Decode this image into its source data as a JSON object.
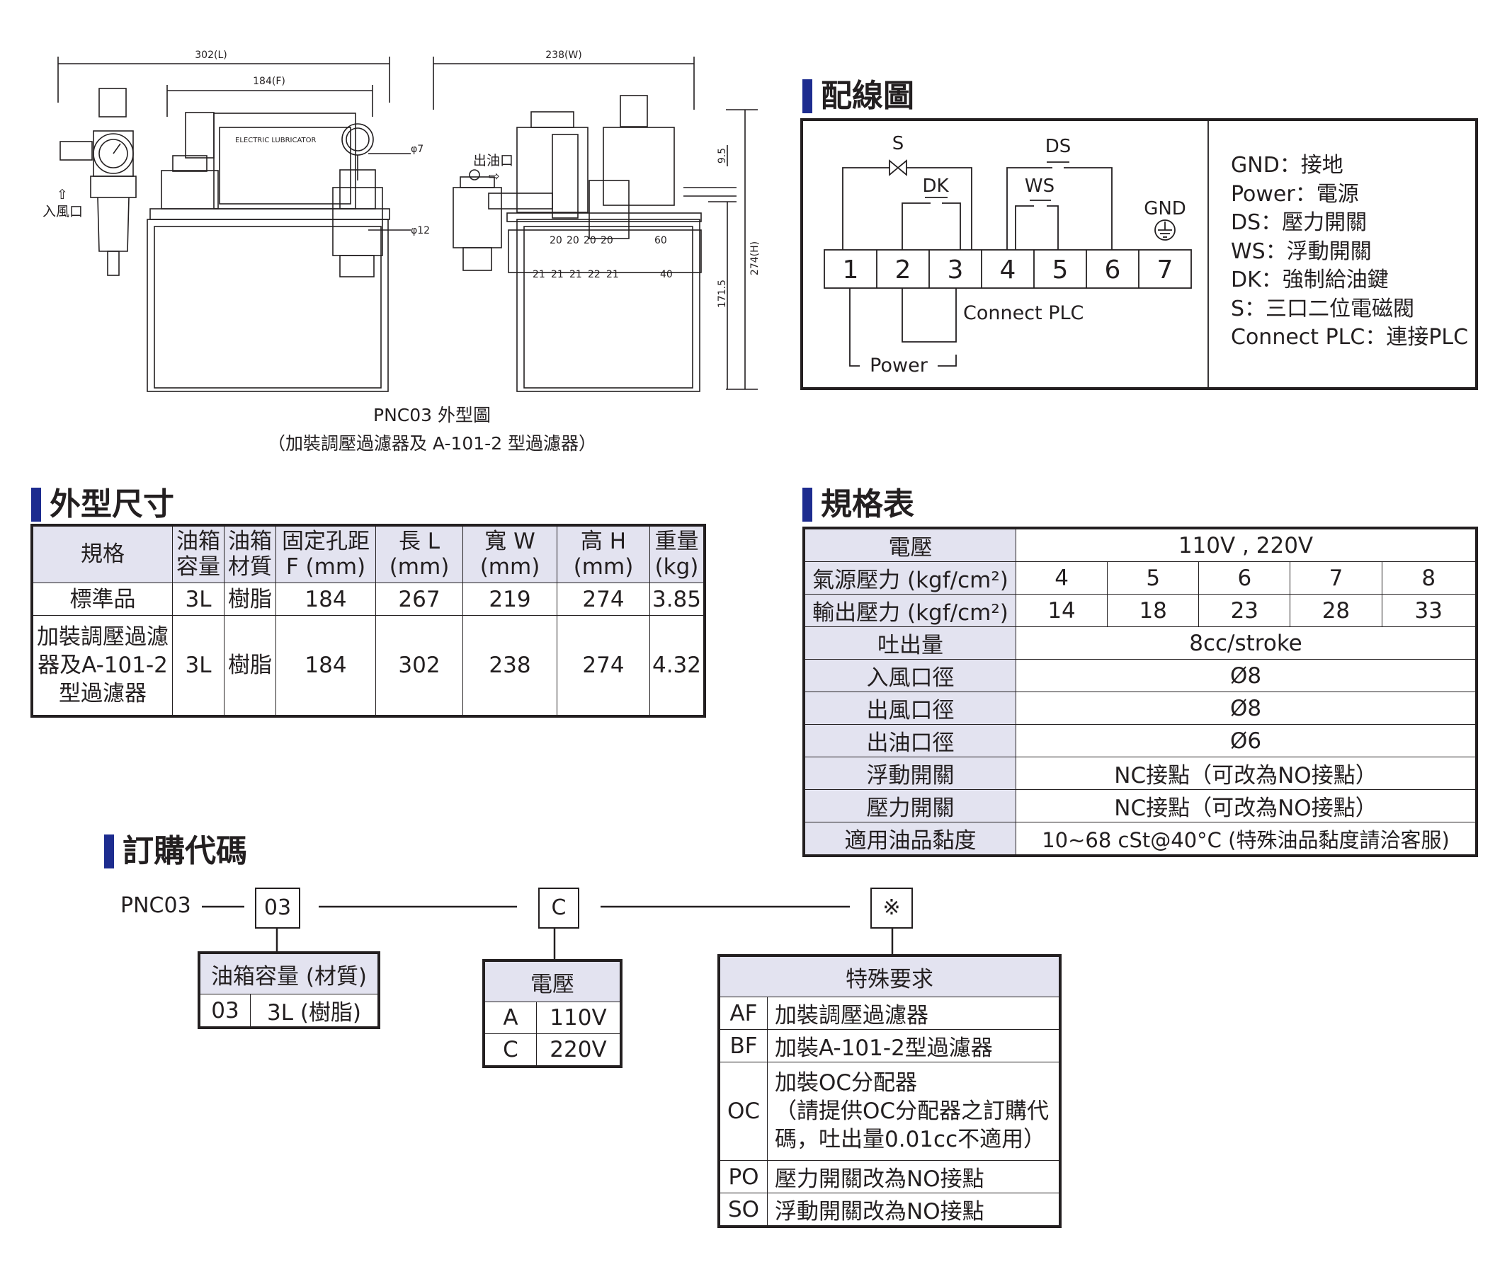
{
  "drawing": {
    "dims": {
      "L": "302(L)",
      "F": "184(F)",
      "W": "238(W)",
      "H": "274(H)",
      "h1": "171.5",
      "h2": "9.5",
      "d7": "φ7",
      "d12": "φ12"
    },
    "inlet_label": "入風口",
    "outlet_label": "出油口",
    "logo_text": "ELECTRIC LUBRICATOR",
    "spacing_top": [
      "20",
      "20",
      "20",
      "20",
      "60"
    ],
    "spacing_bottom": [
      "21",
      "21",
      "21",
      "22",
      "21",
      "40"
    ],
    "caption_line1": "PNC03 外型圖",
    "caption_line2": "（加裝調壓過濾器及 A-101-2 型過濾器）"
  },
  "wiring": {
    "title": "配線圖",
    "terminals": [
      "1",
      "2",
      "3",
      "4",
      "5",
      "6",
      "7"
    ],
    "labels": {
      "S": "S",
      "DS": "DS",
      "DK": "DK",
      "WS": "WS",
      "GND": "GND",
      "plc": "Connect PLC",
      "power": "Power"
    },
    "legend": [
      "GND：接地",
      "Power：電源",
      "DS：壓力開關",
      "WS：浮動開關",
      "DK：強制給油鍵",
      "S：三口二位電磁閥",
      "Connect PLC：連接PLC"
    ]
  },
  "dimensions": {
    "title": "外型尺寸",
    "headers": [
      "規格",
      "油箱容量",
      "油箱材質",
      "固定孔距 F (mm)",
      "長 L (mm)",
      "寬 W (mm)",
      "高 H (mm)",
      "重量 (kg)"
    ],
    "rows": [
      [
        "標準品",
        "3L",
        "樹脂",
        "184",
        "267",
        "219",
        "274",
        "3.85"
      ],
      [
        "加裝調壓過濾器及A-101-2型過濾器",
        "3L",
        "樹脂",
        "184",
        "302",
        "238",
        "274",
        "4.32"
      ]
    ]
  },
  "spec": {
    "title": "規格表",
    "voltage_label": "電壓",
    "voltage": "110V , 220V",
    "air_label": "氣源壓力 (kgf/cm²)",
    "air": [
      "4",
      "5",
      "6",
      "7",
      "8"
    ],
    "out_label": "輸出壓力 (kgf/cm²)",
    "out": [
      "14",
      "18",
      "23",
      "28",
      "33"
    ],
    "rows": [
      [
        "吐出量",
        "8cc/stroke"
      ],
      [
        "入風口徑",
        "Ø8"
      ],
      [
        "出風口徑",
        "Ø8"
      ],
      [
        "出油口徑",
        "Ø6"
      ],
      [
        "浮動開關",
        "NC接點（可改為NO接點）"
      ],
      [
        "壓力開關",
        "NC接點（可改為NO接點）"
      ],
      [
        "適用油品黏度",
        "10~68 cSt@40°C (特殊油品黏度請洽客服)"
      ]
    ]
  },
  "order": {
    "title": "訂購代碼",
    "prefix": "PNC03",
    "codes": [
      "03",
      "C",
      "※"
    ],
    "capacity": {
      "header": "油箱容量 (材質)",
      "rows": [
        [
          "03",
          "3L (樹脂)"
        ]
      ]
    },
    "voltage": {
      "header": "電壓",
      "rows": [
        [
          "A",
          "110V"
        ],
        [
          "C",
          "220V"
        ]
      ]
    },
    "special": {
      "header": "特殊要求",
      "rows": [
        [
          "AF",
          "加裝調壓過濾器"
        ],
        [
          "BF",
          "加裝A-101-2型過濾器"
        ],
        [
          "OC",
          "加裝OC分配器\n（請提供OC分配器之訂購代碼，吐出量0.01cc不適用）"
        ],
        [
          "PO",
          "壓力開關改為NO接點"
        ],
        [
          "SO",
          "浮動開關改為NO接點"
        ]
      ]
    }
  }
}
